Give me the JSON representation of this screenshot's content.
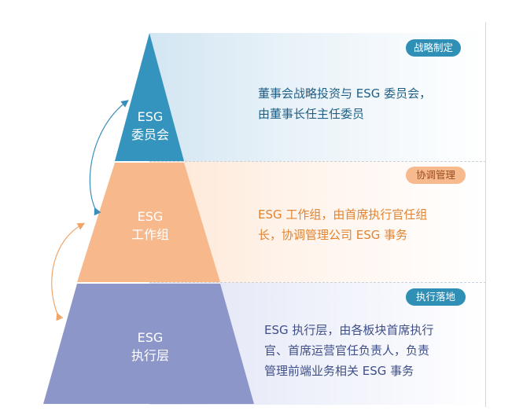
{
  "tags": {
    "strategy": "战略制定",
    "coordination": "协调管理",
    "execution": "执行落地"
  },
  "levels": {
    "top": {
      "line1": "ESG",
      "line2": "委员会"
    },
    "middle": {
      "line1": "ESG",
      "line2": "工作组"
    },
    "bottom": {
      "line1": "ESG",
      "line2": "执行层"
    }
  },
  "descriptions": {
    "top": [
      "董事会战略投资与 ESG 委员会，",
      "由董事长任主任委员"
    ],
    "middle": [
      "ESG 工作组，由首席执行官任组",
      "长，协调管理公司 ESG 事务"
    ],
    "bottom": [
      "ESG 执行层，由各板块首席执行",
      "官、首席运营官任负责人，负责",
      "管理前端业务相关 ESG 事务"
    ]
  },
  "colors": {
    "top": "#3494bd",
    "middle": "#f7b98c",
    "bottom": "#8c96c9",
    "arrow_top": "#3a8fba",
    "arrow_bottom": "#f0a66a"
  }
}
